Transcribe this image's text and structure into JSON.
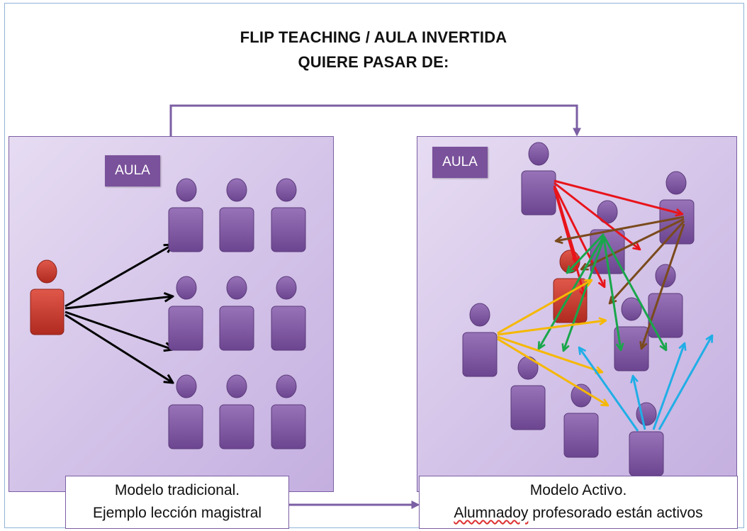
{
  "title": {
    "line1": "FLIP TEACHING / AULA INVERTIDA",
    "line2": "QUIERE PASAR DE:"
  },
  "left_panel": {
    "label": "AULA",
    "caption_line1": "Modelo tradicional.",
    "caption_line2": "Ejemplo lección magistral"
  },
  "right_panel": {
    "label": "AULA",
    "caption_line1": "Modelo Activo.",
    "caption_line2_word": "Alumnadoy",
    "caption_line2_rest": " profesorado están activos"
  },
  "colors": {
    "student": "#7a519b",
    "teacher": "#c0392b",
    "panel_border": "#7b5ea3",
    "arrow_red": "#e8141b",
    "arrow_brown": "#7a4a1c",
    "arrow_green": "#19a64b",
    "arrow_yellow": "#f5b800",
    "arrow_blue": "#20aee6",
    "arrow_black": "#000000"
  }
}
